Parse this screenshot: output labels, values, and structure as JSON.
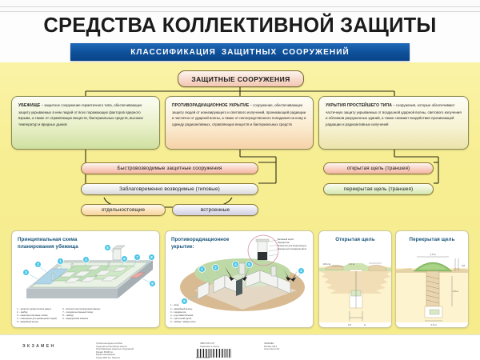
{
  "header": {
    "title": "СРЕДСТВА КОЛЛЕКТИВНОЙ ЗАЩИТЫ",
    "subtitle": "КЛАССИФИКАЦИЯ ЗАЩИТНЫХ СООРУЖЕНИЙ",
    "subtitle_bg": "#0d5099"
  },
  "root": {
    "label": "ЗАЩИТНЫЕ СООРУЖЕНИЯ"
  },
  "definitions": [
    {
      "term": "УБЕЖИЩЕ",
      "dash": " – ",
      "text": "защитное сооружение герметичного типа, обеспечивающее защиту укрываемых в нем людей от всех поражающих факторов ядерного взрыва, а также от отравляющих веществ, бактериальных средств, высоких температур и вредных дымов"
    },
    {
      "term": "ПРОТИВОРАДИАЦИОННОЕ УКРЫТИЕ",
      "dash": " – ",
      "text": "сооружение, обеспечивающее защиту людей от ионизирующего и светового излучений, проникающей радиации и частично от ударной волны, а также от непосредственного попадания на кожу и одежду радиоактивных, отравляющих веществ и бактериальных средств"
    },
    {
      "term": "УКРЫТИЯ ПРОСТЕЙШЕГО ТИПА",
      "dash": " – ",
      "text": "сооружения, которые обеспечивают частичную защиту укрываемых от воздушной ударной волны, светового излучения и обломков разрушенных зданий, а также снижают воздействие проникающей радиации и радиоактивных излучений"
    }
  ],
  "pills": {
    "fast": "Быстровозводимые защитные сооружения",
    "planned": "Заблаговременно возводимые (типовые)",
    "separate": "отдельностоящие",
    "builtin": "встроенные",
    "open_trench": "открытая щель (траншея)",
    "covered_trench": "перекрытая щель (траншея)"
  },
  "panels": [
    {
      "title": "Принципиальная схема\nпланирования убежища",
      "title_line1": "Принципиальная схема",
      "title_line2": "планирования убежища",
      "callouts": [
        "1",
        "2",
        "3",
        "4",
        "5",
        "6",
        "7",
        "8",
        "9"
      ],
      "legend_left": [
        "1 – защитно-герметические двери;",
        "2 – тамбур;",
        "3 – санитарно-бытовые отсеки;",
        "4 – помещение для размещения людей;",
        "5 – аварийный выход"
      ],
      "legend_right": [
        "6 – фильтро-вентиляционная камера;",
        "7 – продовольственный склад;",
        "8 – тамбур;",
        "9 – медицинская комната"
      ]
    },
    {
      "title_line1": "Противорадиационное",
      "title_line2": "укрытие:",
      "callouts": [
        "1",
        "2",
        "3",
        "4",
        "5",
        "6"
      ],
      "inset_labels": [
        "Вытяжной короб",
        "Перекрытие",
        "Отверстие для входа воздуха",
        "Козырек для отражения света"
      ],
      "legend_left": [
        "1 – вход;",
        "2 – аварийный выход;",
        "3 – перекрытие;",
        "4 – грунтовая обсыпка;",
        "5 – приточный короб;",
        "6 – тамбур; тамбур-шлюз"
      ]
    },
    {
      "title": "Открытая щель",
      "dims": [
        "100 см",
        "1,1 м",
        "0,6 м",
        "0,5 м"
      ]
    },
    {
      "title": "Перекрытая щель",
      "dims": [
        "1,6 м",
        "0,8 м",
        "1,8 м",
        "0,6 м"
      ]
    }
  ],
  "footer": {
    "logo": "ЭКЗАМЕН",
    "block1": "Учебно-наглядное пособие\nСредства коллективной защиты\nКлассификация защитных сооружений\nФормат 68х98 см\nБумага мелованная\nТираж 3000 экз. Заказ №",
    "block2": "ISBN 978-5-377\nПодписано в печать\nОтпечатано в типографии",
    "block3": "ЭКЗАМЕН\nМосква, 2014\nwww.examen.biz",
    "barcode_caption": "9785377000000"
  },
  "colors": {
    "poster_bg": "#f8f09a",
    "accent_blue": "#0d5099",
    "callout": "#49c5e8",
    "panel_title": "#14527a"
  }
}
